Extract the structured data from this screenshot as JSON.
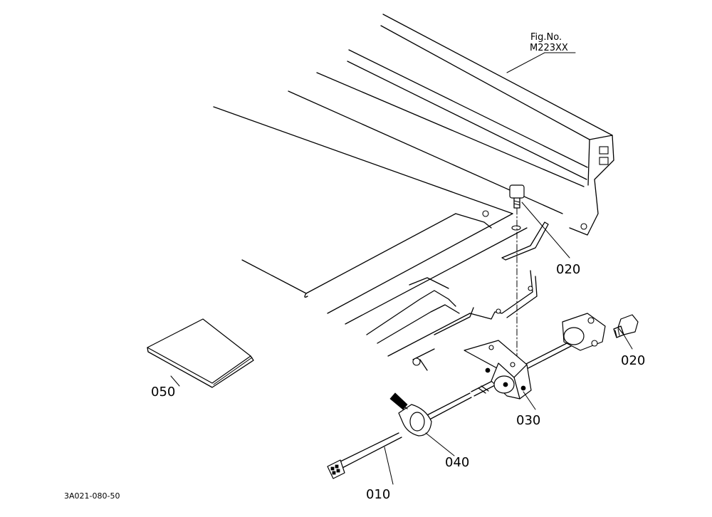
{
  "figure": {
    "label": "Fig.No.",
    "number": "M223XX"
  },
  "callouts": {
    "part_020_upper": "020",
    "part_020_right": "020",
    "part_030": "030",
    "part_040": "040",
    "part_050": "050",
    "part_010": "010"
  },
  "drawing_code": "3A021-080-50"
}
